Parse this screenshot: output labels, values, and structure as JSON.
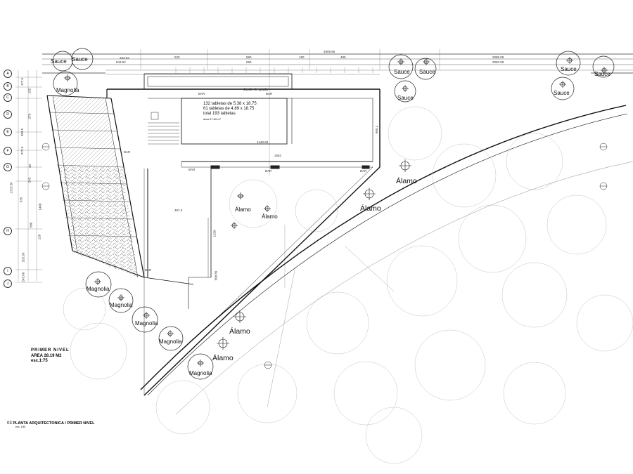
{
  "drawing": {
    "level_title": "PRIMER NIVEL",
    "area": "AREA 28.19 M2",
    "scale": "esc.1:75",
    "sheet_number": "03",
    "sheet_caption": "PLANTA ARQUITECTONICA / PRIMER NIVEL",
    "sheet_caption_small": "esc. 1:50"
  },
  "tablet_note": {
    "line1": "132 tabletas de 5.38 x 18.75",
    "line2": "61 tabletas de 4.89 x 18.75",
    "line3": "total 193 tabletas",
    "line4": "area 37.69 m²"
  },
  "grid_axes": [
    "A",
    "B",
    "C",
    "D",
    "E",
    "F",
    "G",
    "H",
    "I",
    "J"
  ],
  "trees": {
    "sauce": [
      "Sauce",
      "Sauce",
      "Sauce",
      "Sauce",
      "Sauce",
      "Sauce",
      "Sauce",
      "Sauce"
    ],
    "magnolia": [
      "Magnolia",
      "Magnolia",
      "Magnolia",
      "Magnolia",
      "Magnolia",
      "Magnolia"
    ],
    "alamo": [
      "Álamo",
      "Álamo",
      "Álamo",
      "Álamo",
      "Álamo",
      "Álamo"
    ]
  },
  "dimensions": {
    "top": [
      "333.52",
      "843.52",
      "520",
      "590",
      "655",
      "180",
      "485",
      "4808.66",
      "2085.09",
      "2050.08"
    ],
    "inner": [
      "1562",
      "487.5",
      "1250",
      "1440.60",
      "965.1",
      "508.89"
    ],
    "left": [
      "177.5",
      "155",
      "270",
      "283.5",
      "272.5",
      "40",
      "245",
      "1723.56",
      "535",
      "1400",
      "120",
      "500",
      "202.69",
      "245.00"
    ]
  },
  "labels": {
    "bar": "BAR",
    "jardin": "Jardin de grada"
  }
}
